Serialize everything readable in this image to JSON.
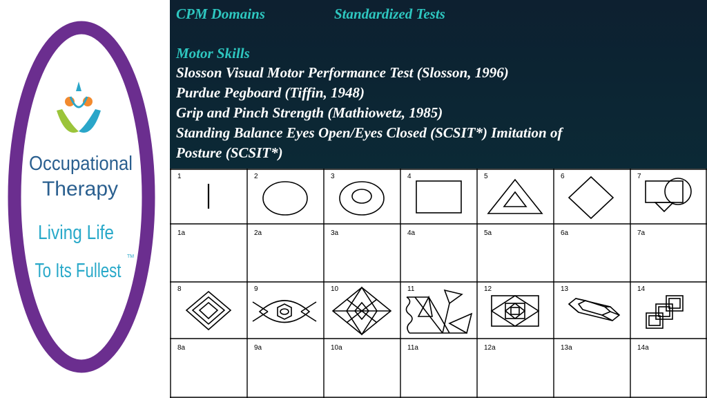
{
  "logo": {
    "line1": "Occupational",
    "line2": "Therapy",
    "tagline1": "Living Life",
    "tagline2": "To Its Fullest",
    "trademark": "TM",
    "ring_color": "#6b2e8f",
    "text_color": "#2a5f8f",
    "tagline_color": "#29a9c9",
    "accent_orange": "#f28a2e",
    "accent_green": "#9bc43a",
    "accent_blue": "#2aa6c9"
  },
  "header": {
    "col1": "CPM Domains",
    "col2": "Standardized Tests"
  },
  "section": {
    "title": "Motor Skills",
    "tests": [
      "Slosson Visual Motor Performance Test (Slosson, 1996)",
      "Purdue Pegboard (Tiffin, 1948)",
      "Grip and Pinch Strength (Mathiowetz, 1985)",
      "Standing Balance Eyes Open/Eyes Closed (SCSIT*) Imitation of",
      "Posture (SCSIT*)"
    ]
  },
  "grid": {
    "row1": [
      {
        "num": "1",
        "icon": "vertical-line-icon"
      },
      {
        "num": "2",
        "icon": "circle-icon"
      },
      {
        "num": "3",
        "icon": "concentric-circles-icon"
      },
      {
        "num": "4",
        "icon": "square-icon"
      },
      {
        "num": "5",
        "icon": "nested-triangles-icon"
      },
      {
        "num": "6",
        "icon": "diamond-icon"
      },
      {
        "num": "7",
        "icon": "square-circle-overlap-icon"
      }
    ],
    "row2": [
      "1a",
      "2a",
      "3a",
      "4a",
      "5a",
      "6a",
      "7a"
    ],
    "row3": [
      {
        "num": "8",
        "icon": "nested-diamonds-icon"
      },
      {
        "num": "9",
        "icon": "eye-figure-icon"
      },
      {
        "num": "10",
        "icon": "star-diamond-icon"
      },
      {
        "num": "11",
        "icon": "wave-triangles-icon"
      },
      {
        "num": "12",
        "icon": "nested-square-diamond-icon"
      },
      {
        "num": "13",
        "icon": "prism-icon"
      },
      {
        "num": "14",
        "icon": "interlocking-squares-icon"
      }
    ],
    "row4": [
      "8a",
      "9a",
      "10a",
      "11a",
      "12a",
      "13a",
      "14a"
    ]
  }
}
